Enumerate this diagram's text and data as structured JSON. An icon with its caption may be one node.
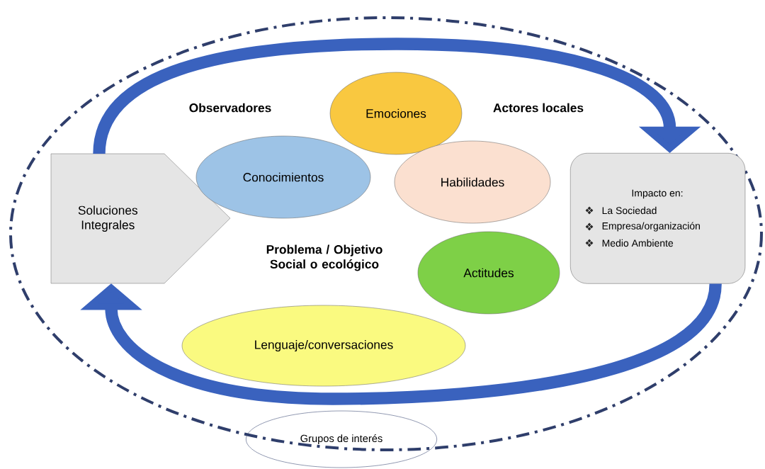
{
  "diagram": {
    "nodes": [
      {
        "text": [
          "Soluciones Integrales"
        ]
      },
      {
        "text": [
          "Conocimientos"
        ]
      },
      {
        "text": [
          "Emociones"
        ]
      },
      {
        "text": [
          "Habilidades"
        ]
      },
      {
        "text": [
          "Actitudes"
        ]
      },
      {
        "text": [
          "Lenguaje/conversaciones"
        ]
      },
      {
        "text": [
          "Impacto en:",
          "La Sociedad",
          "Empresa/organización",
          "Medio Ambiente"
        ]
      },
      {
        "text": [
          "Grupos de interés"
        ]
      }
    ],
    "edges": [
      {
        "from": 0,
        "to": 6,
        "arrow": "to"
      },
      {
        "from": 6,
        "to": 0,
        "arrow": "to"
      }
    ],
    "labels": [
      "Observadores",
      "Actores locales",
      "Problema / Objetivo Social o ecológico"
    ]
  }
}
